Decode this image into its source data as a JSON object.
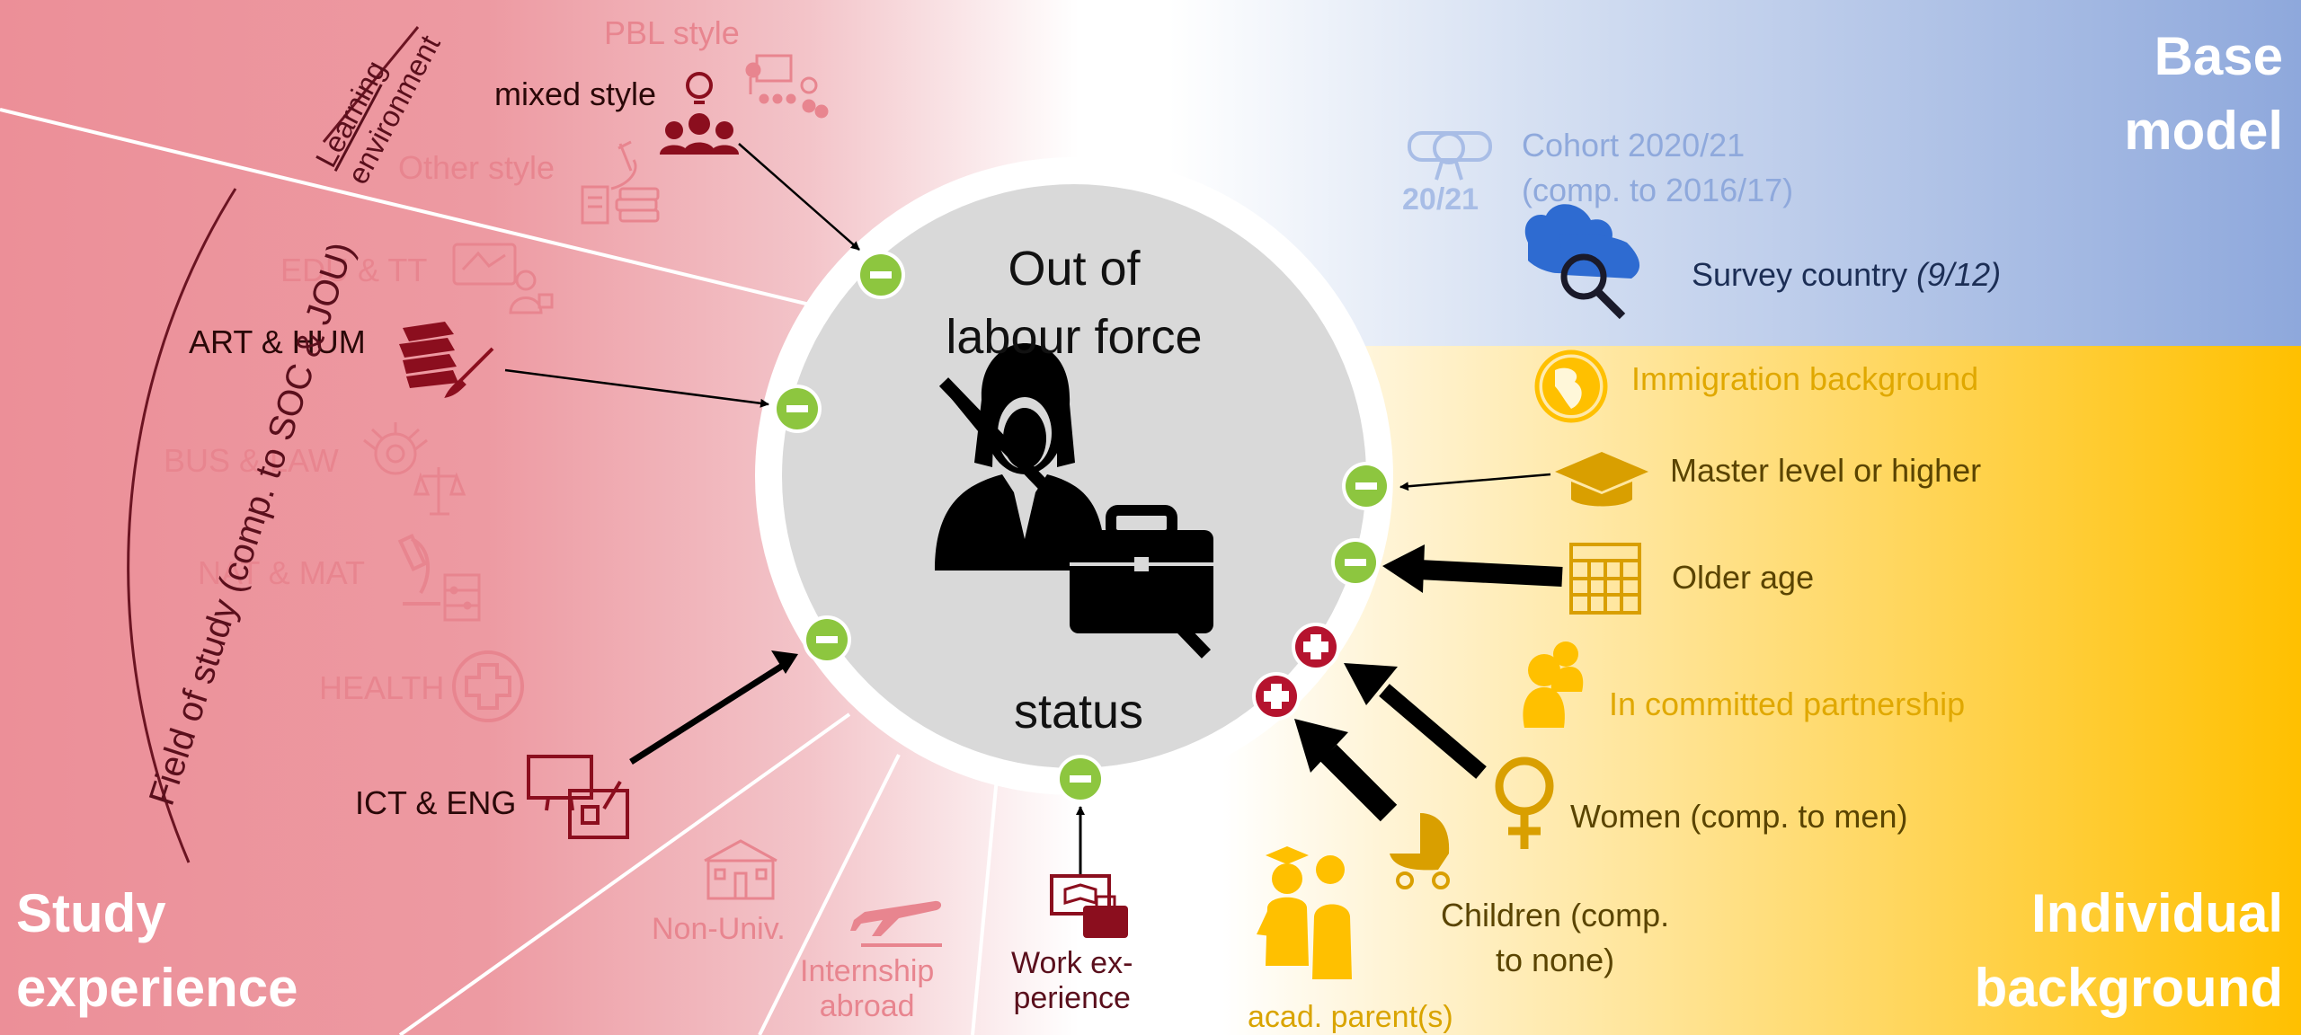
{
  "corners": {
    "base_model": [
      "Base",
      "model"
    ],
    "study_experience": [
      "Study",
      "experience"
    ],
    "individual_background": [
      "Individual",
      "background"
    ]
  },
  "center": {
    "title": [
      "Out of",
      "labour force"
    ],
    "status": "status",
    "signs": {
      "minus": "−",
      "plus": "+"
    }
  },
  "study": {
    "learning_environment": {
      "group_title": [
        "Learning",
        "environment"
      ],
      "pbl": "PBL style",
      "mixed": "mixed style",
      "other": "Other style"
    },
    "field_of_study": {
      "group_title": "Field of study (comp. to SOC & JOU)",
      "edu": "EDU & TT",
      "art": "ART & HUM",
      "bus": "BUS & LAW",
      "nat": "NAT & MAT",
      "health": "HEALTH",
      "ict": "ICT & ENG"
    },
    "non_univ": "Non-Univ.",
    "internship": [
      "Internship",
      "abroad"
    ],
    "work_exp": [
      "Work ex-",
      "perience"
    ]
  },
  "base": {
    "cohort_badge": "20/21",
    "cohort": [
      "Cohort 2020/21",
      "(comp. to 2016/17)"
    ],
    "survey_country": "Survey country",
    "survey_country_note": "(9/12)"
  },
  "individual": {
    "immigration": "Immigration background",
    "master": "Master level or higher",
    "older_age": "Older age",
    "partnership": "In committed partnership",
    "women": "Women (comp. to men)",
    "children": [
      "Children (comp.",
      "to none)"
    ],
    "acad_parents": "acad. parent(s)"
  },
  "colors": {
    "study_red": "#ec8f98",
    "base_blue": "#8fa9dc",
    "individual_gold": "#ffc000",
    "minus_green": "#8dc63f",
    "plus_red": "#b5132e"
  },
  "icons": [
    "lightbulb-icon",
    "people-icon",
    "presenter-icon",
    "microscope-icon",
    "books-icon",
    "chalkboard-teacher-icon",
    "paint-brush-icon",
    "gears-scale-icon",
    "abacus-icon",
    "health-cross-icon",
    "computer-drafting-icon",
    "school-building-icon",
    "airplane-icon",
    "laptop-briefcase-icon",
    "diploma-icon",
    "europe-magnifier-icon",
    "globe-icon",
    "graduation-cap-icon",
    "calendar-icon",
    "couple-icon",
    "female-symbol-icon",
    "stroller-icon",
    "graduates-icon",
    "crossed-woman-icon",
    "briefcase-icon"
  ]
}
